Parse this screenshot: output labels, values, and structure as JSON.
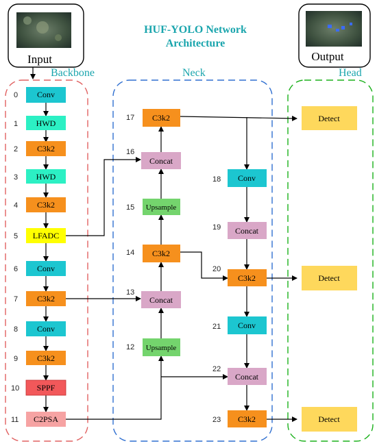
{
  "title": [
    "HUF-YOLO Network",
    "Architecture"
  ],
  "io": {
    "input_label": "Input",
    "output_label": "Output"
  },
  "sections": {
    "backbone": "Backbone",
    "neck": "Neck",
    "head": "Head"
  },
  "colors": {
    "title": "#1aa5ad",
    "conv": "#1cc6d0",
    "hwd": "#2cf0c4",
    "c3k2": "#f6901d",
    "lfadc": "#ffff00",
    "sppf": "#f2585a",
    "c2psa": "#f6a3a3",
    "concat": "#d9a7c7",
    "upsample": "#74d46d",
    "detect": "#fed85c",
    "backbone_border": "#e06060",
    "neck_border": "#2f6fd0",
    "head_border": "#1ab01a"
  },
  "nodes": [
    {
      "id": 0,
      "type": "Conv"
    },
    {
      "id": 1,
      "type": "HWD"
    },
    {
      "id": 2,
      "type": "C3k2"
    },
    {
      "id": 3,
      "type": "HWD"
    },
    {
      "id": 4,
      "type": "C3k2"
    },
    {
      "id": 5,
      "type": "LFADC"
    },
    {
      "id": 6,
      "type": "Conv"
    },
    {
      "id": 7,
      "type": "C3k2"
    },
    {
      "id": 8,
      "type": "Conv"
    },
    {
      "id": 9,
      "type": "C3k2"
    },
    {
      "id": 10,
      "type": "SPPF"
    },
    {
      "id": 11,
      "type": "C2PSA"
    },
    {
      "id": 12,
      "type": "Upsample"
    },
    {
      "id": 13,
      "type": "Concat"
    },
    {
      "id": 14,
      "type": "C3k2"
    },
    {
      "id": 15,
      "type": "Upsample"
    },
    {
      "id": 16,
      "type": "Concat"
    },
    {
      "id": 17,
      "type": "C3k2"
    },
    {
      "id": 18,
      "type": "Conv"
    },
    {
      "id": 19,
      "type": "Concat"
    },
    {
      "id": 20,
      "type": "C3k2"
    },
    {
      "id": 21,
      "type": "Conv"
    },
    {
      "id": 22,
      "type": "Concat"
    },
    {
      "id": 23,
      "type": "C3k2"
    }
  ],
  "detect_heads": [
    "Detect",
    "Detect",
    "Detect"
  ]
}
